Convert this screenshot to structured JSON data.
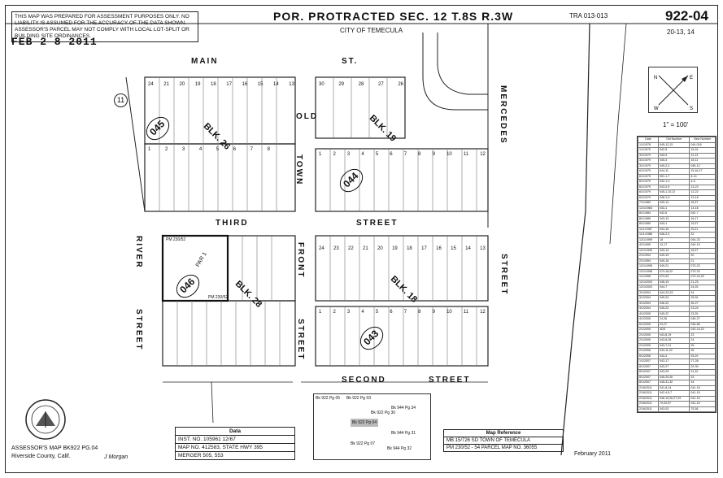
{
  "disclaimer": "THIS MAP WAS PREPARED FOR ASSESSMENT PURPOSES ONLY. NO LIABILITY IS ASSUMED FOR THE ACCURACY OF THE DATA SHOWN. ASSESSOR'S PARCEL MAY NOT COMPLY WITH LOCAL LOT-SPLIT OR BUILDING SITE ORDINANCES.",
  "date_stamp": "FEB 2 8 2011",
  "header": {
    "title": "POR. PROTRACTED SEC. 12 T.8S R.3W",
    "city": "CITY OF TEMECULA",
    "tra": "TRA 013-013",
    "map_number": "922-04",
    "map_sub": "20-13, 14"
  },
  "streets": {
    "main": "MAIN",
    "st": "ST.",
    "mercedes": "MERCEDES",
    "old": "OLD",
    "town": "TOWN",
    "third": "THIRD",
    "street": "STREET",
    "front": "FRONT",
    "river": "RIVER",
    "second": "SECOND",
    "street_right": "STREET"
  },
  "blocks": {
    "b26": "BLK. 26",
    "b19": "BLK. 19",
    "b28": "BLK. 28",
    "b18": "BLK. 18"
  },
  "book_pages": {
    "p045": "045",
    "p044": "044",
    "p046": "046",
    "p043": "043"
  },
  "parcel_labels": {
    "par1": "PAR 1",
    "pm_top": "PM 230/52",
    "pm_mid": "PM 230/52",
    "circle_11": "11"
  },
  "scale": "1\" = 100'",
  "legend": {
    "headers": [
      "Date",
      "Old Number",
      "New Number"
    ],
    "rows": [
      [
        "1/1/1978",
        "045-12,13",
        "044-016"
      ],
      [
        "1/1/1979",
        "042-8",
        "15,16"
      ],
      [
        "3/1/1979",
        "043-9",
        "12,13"
      ],
      [
        "3/1/1979",
        "045-4",
        "15,11"
      ],
      [
        "3/1/1979",
        "045-2,3",
        "045-12"
      ],
      [
        "6/1/1979",
        "044-11",
        "15,16,17"
      ],
      [
        "6/1/1979",
        "051-1,7",
        "8-14"
      ],
      [
        "6/1/1979",
        "042-1-3",
        "4-6"
      ],
      [
        "6/1/1979",
        "043-0,9",
        "13-23"
      ],
      [
        "6/1/1979",
        "045-1,10,12",
        "13-22"
      ],
      [
        "6/1/1979",
        "046-1-9",
        "13-18"
      ],
      [
        "7/1/1983",
        "049-14",
        "16,37"
      ],
      [
        "12/1/1984",
        "043-1",
        "14-16"
      ],
      [
        "8/1/1984",
        "042-6",
        "042-7"
      ],
      [
        "8/1/1989",
        "043-13",
        "16,17"
      ],
      [
        "8/1/1989",
        "044-1",
        "19,37"
      ],
      [
        "11/1/1987",
        "044-16",
        "20,21"
      ],
      [
        "11/1/1988",
        "046-2,3",
        "22"
      ],
      [
        "12/1/1999",
        "18",
        "044-23"
      ],
      [
        "4/1/1999",
        "13-17",
        "049-19"
      ],
      [
        "12/1/1999",
        "043-14",
        "18,37"
      ],
      [
        "2/1/1994",
        "049-19",
        "20"
      ],
      [
        "2/1/1994",
        "049-16",
        "21"
      ],
      [
        "12/1/1998",
        "049-21",
        "073-23"
      ],
      [
        "12/1/1998",
        "073-18,22",
        "073-23"
      ],
      [
        "1/1/1998",
        "073-23",
        "073-24,25"
      ],
      [
        "12/1/2003",
        "045-19",
        "21-23"
      ],
      [
        "12/1/2003",
        "044-7",
        "24,25"
      ],
      [
        "3/1/2004",
        "044-23-23",
        "24"
      ],
      [
        "3/1/2004",
        "045-24",
        "25,26"
      ],
      [
        "3/1/2004",
        "046-22",
        "26-27"
      ],
      [
        "4/1/2004",
        "045-22",
        "23-24"
      ],
      [
        "4/1/2005",
        "045-22",
        "23,25"
      ],
      [
        "4/1/2005",
        "24,26",
        "046-27"
      ],
      [
        "6/1/2005",
        "23,27",
        "046-68"
      ],
      [
        "2/1/2005",
        "4DD",
        "043-19-22"
      ],
      [
        "2/1/2005",
        "043-8,19",
        "23"
      ],
      [
        "2/1/2005",
        "043-8,28",
        "24"
      ],
      [
        "2/1/2005",
        "043-7,21",
        "25"
      ],
      [
        "2/1/2006",
        "043-11,22",
        "26"
      ],
      [
        "6/1/2006",
        "044-4",
        "25,29"
      ],
      [
        "1/1/2007",
        "043-17",
        "27-28"
      ],
      [
        "8/1/2007",
        "043-27",
        "29-30"
      ],
      [
        "8/1/2007",
        "043-29",
        "31,32"
      ],
      [
        "8/1/2007",
        "045-25,26",
        "33"
      ],
      [
        "8/1/2007",
        "045-31,32",
        "34"
      ],
      [
        "2/16/2011",
        "041-8-14",
        "041-15"
      ],
      [
        "2/16/2011",
        "042-4,5,7",
        "041-15"
      ],
      [
        "2/16/2011",
        "046-19,26,27,29",
        "041-15"
      ],
      [
        "2/16/2011",
        "79,03,07",
        "041-15"
      ],
      [
        "2/16/2011",
        "043-03",
        "75,38"
      ]
    ]
  },
  "data_box": {
    "title": "Data",
    "lines": [
      "INST. NO. 105961 12/67",
      "MAP NO. 412583, STATE HWY 395",
      "MERGER 505, 553"
    ]
  },
  "ref_box": {
    "title": "Map Reference",
    "lines": [
      "MB 15/726 SD TOWN OF TEMECULA",
      "PM 230/52 - 54 PARCEL MAP NO. 36055"
    ]
  },
  "inset": {
    "labels": [
      "Bk 922 Pg 05",
      "Bk 922 Pg 03",
      "Bk 944 Pg 34",
      "Bk 922 Pg 30",
      "Bk 922 Pg 04",
      "Bk 944 Pg 31",
      "Bk 922 Pg 07",
      "Bk 944 Pg 32"
    ]
  },
  "footer": {
    "left1": "ASSESSOR'S MAP BK922 PG.04",
    "left2": "Riverside County, Calif.",
    "signature": "J Morgan",
    "date": "February 2011"
  },
  "lot_numbers_top_left": [
    "24",
    "21",
    "20",
    "19",
    "18",
    "17",
    "16",
    "15",
    "14",
    "13"
  ],
  "lot_numbers_top_right": [
    "30",
    "29",
    "28",
    "27",
    "26"
  ],
  "lot_numbers_mid_left": [
    "1",
    "2",
    "3",
    "4",
    "5",
    "6",
    "7",
    "8"
  ],
  "lot_numbers_mid_right": [
    "1",
    "2",
    "3",
    "4",
    "5",
    "6",
    "7",
    "8",
    "9",
    "10",
    "11",
    "12"
  ],
  "lot_numbers_low_right": [
    "24",
    "23",
    "22",
    "21",
    "20",
    "19",
    "18",
    "17",
    "16",
    "15",
    "14",
    "13"
  ],
  "lot_numbers_bot_right": [
    "1",
    "2",
    "3",
    "4",
    "5",
    "6",
    "7",
    "8",
    "9",
    "10",
    "11",
    "12"
  ]
}
